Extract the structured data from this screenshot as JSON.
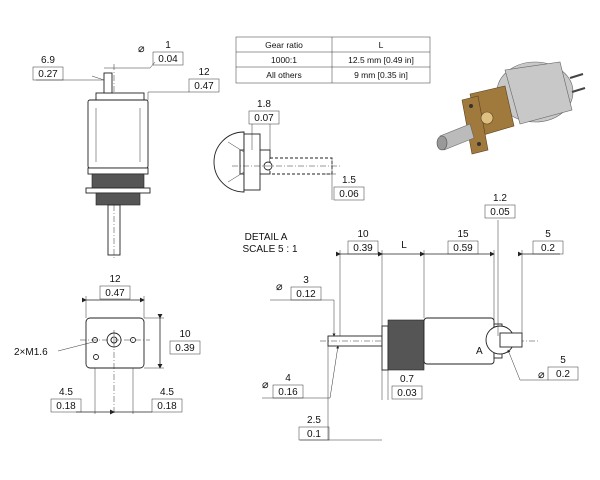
{
  "table": {
    "headers": [
      "Gear ratio",
      "L"
    ],
    "rows": [
      [
        "1000:1",
        "12.5 mm [0.49 in]"
      ],
      [
        "All others",
        "9 mm [0.35 in]"
      ]
    ]
  },
  "dims": {
    "shaft_dia": {
      "mm": "1",
      "in": "0.04"
    },
    "shaft_flat": {
      "mm": "6.9",
      "in": "0.27"
    },
    "front_width": {
      "mm": "12",
      "in": "0.47"
    },
    "detail_width": {
      "mm": "1.8",
      "in": "0.07"
    },
    "detail_depth": {
      "mm": "1.5",
      "in": "0.06"
    },
    "end_width": {
      "mm": "12",
      "in": "0.47"
    },
    "end_height": {
      "mm": "10",
      "in": "0.39"
    },
    "mount_hole_left": {
      "mm": "4.5",
      "in": "0.18"
    },
    "mount_hole_right": {
      "mm": "4.5",
      "in": "0.18"
    },
    "shaft_length": {
      "mm": "10",
      "in": "0.39"
    },
    "motor_length": {
      "mm": "15",
      "in": "0.59"
    },
    "terminal_thick": {
      "mm": "1.2",
      "in": "0.05"
    },
    "terminal_length": {
      "mm": "5",
      "in": "0.2"
    },
    "shaft_dia_side": {
      "mm": "3",
      "in": "0.12"
    },
    "boss_dia": {
      "mm": "4",
      "in": "0.16"
    },
    "plate_thick": {
      "mm": "0.7",
      "in": "0.03"
    },
    "boss_length": {
      "mm": "2.5",
      "in": "0.1"
    },
    "bushing_dia": {
      "mm": "5",
      "in": "0.2"
    }
  },
  "labels": {
    "gearbox_length": "L",
    "thread": "2×M1.6",
    "detail_title": "DETAIL A",
    "detail_scale": "SCALE 5 : 1",
    "detail_ref": "A",
    "diameter_symbol": "⌀"
  },
  "colors": {
    "line": "#222222",
    "gear_fill": "#555555",
    "bracket_gold": "#a07a3c",
    "motor_can": "#c8c8c8"
  }
}
